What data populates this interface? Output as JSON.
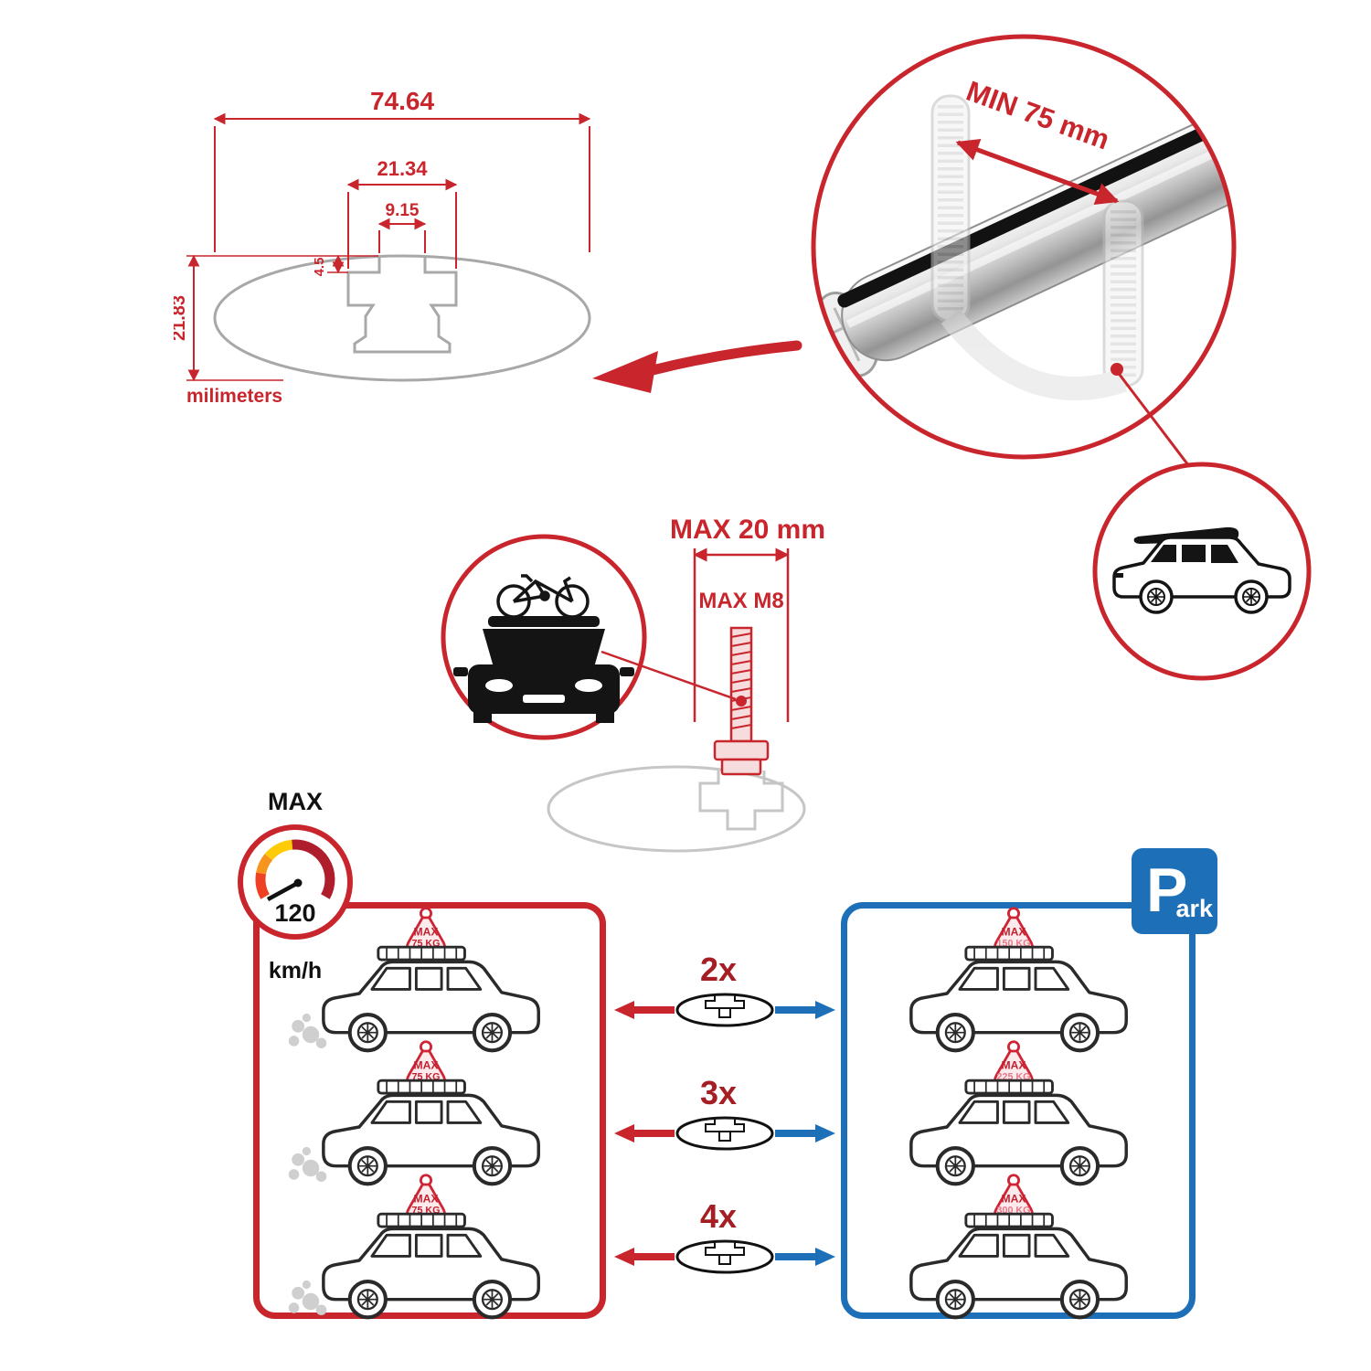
{
  "dimensions": {
    "total_width": "74.64",
    "slot_outer_width": "21.34",
    "slot_inner_width": "9.15",
    "lip_depth": "4.5",
    "total_height": "21.83",
    "units": "milimeters"
  },
  "bar_detail": {
    "min_span": "MIN 75 mm"
  },
  "bolt": {
    "max_width": "MAX 20 mm",
    "max_thread": "MAX M8"
  },
  "speed_limit": {
    "label": "MAX",
    "value": "120",
    "units": "km/h"
  },
  "driving_panel": {
    "cars": [
      {
        "badge_label": "MAX",
        "badge_value": "75 KG"
      },
      {
        "badge_label": "MAX",
        "badge_value": "75 KG"
      },
      {
        "badge_label": "MAX",
        "badge_value": "75 KG"
      }
    ]
  },
  "crossbar_counts": [
    {
      "label": "2x"
    },
    {
      "label": "3x"
    },
    {
      "label": "4x"
    }
  ],
  "parking_panel": {
    "sign": {
      "big": "P",
      "small": "ark"
    },
    "cars": [
      {
        "badge_label": "MAX",
        "badge_value": "150 KG"
      },
      {
        "badge_label": "MAX",
        "badge_value": "225 KG"
      },
      {
        "badge_label": "MAX",
        "badge_value": "300 KG"
      }
    ]
  },
  "colors": {
    "red": "#c9252c",
    "dark_red": "#a51e24",
    "blue": "#1d70b7",
    "gray_sketch": "#c6c6c6"
  }
}
